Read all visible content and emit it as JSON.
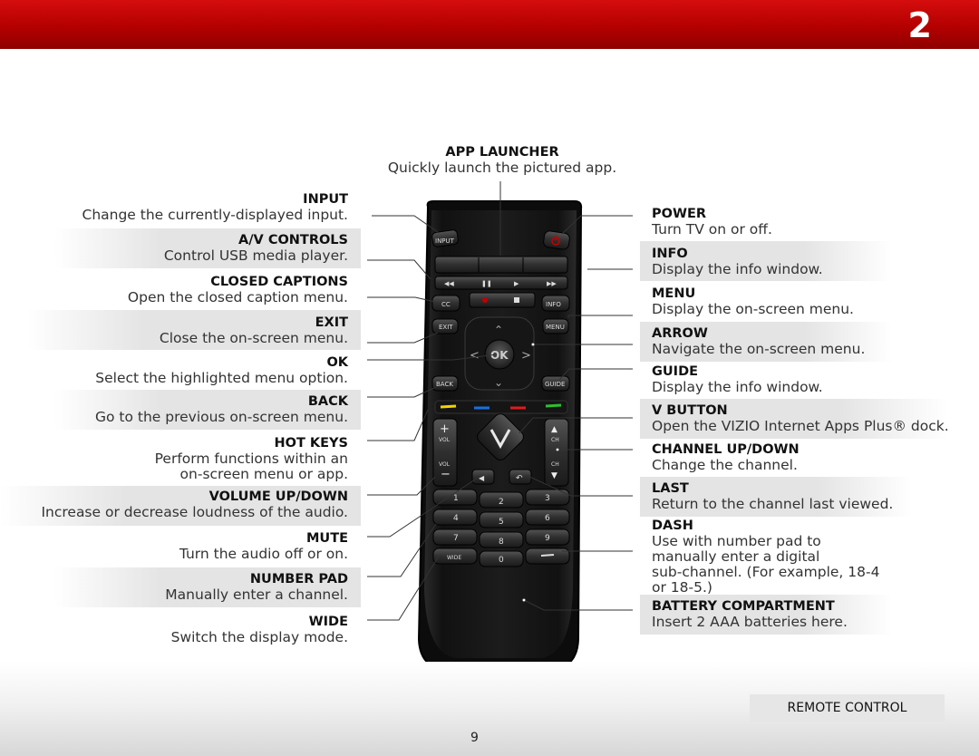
{
  "header": {
    "chapter_number": "2"
  },
  "footer": {
    "section_label": "REMOTE CONTROL",
    "page_number": "9"
  },
  "top_callout": {
    "title": "APP LAUNCHER",
    "desc": "Quickly launch the pictured app."
  },
  "left_callouts": [
    {
      "title": "INPUT",
      "desc": "Change the currently-displayed input."
    },
    {
      "title": "A/V CONTROLS",
      "desc": "Control USB media player."
    },
    {
      "title": "CLOSED CAPTIONS",
      "desc": "Open the closed caption menu."
    },
    {
      "title": "EXIT",
      "desc": "Close the on-screen menu."
    },
    {
      "title": "OK",
      "desc": "Select the highlighted menu option."
    },
    {
      "title": "BACK",
      "desc": "Go to the previous on-screen menu."
    },
    {
      "title": "HOT KEYS",
      "desc": "Perform functions within an",
      "desc2": "on-screen menu or app."
    },
    {
      "title": "VOLUME UP/DOWN",
      "desc": "Increase or decrease loudness of the audio."
    },
    {
      "title": "MUTE",
      "desc": "Turn the audio off or on."
    },
    {
      "title": "NUMBER PAD",
      "desc": "Manually enter a channel."
    },
    {
      "title": "WIDE",
      "desc": "Switch the display mode."
    }
  ],
  "right_callouts": [
    {
      "title": "POWER",
      "desc": "Turn TV on or off."
    },
    {
      "title": "INFO",
      "desc": "Display the info window."
    },
    {
      "title": "MENU",
      "desc": "Display the on-screen menu."
    },
    {
      "title": "ARROW",
      "desc": "Navigate the on-screen menu."
    },
    {
      "title": "GUIDE",
      "desc": "Display the info window."
    },
    {
      "title": "V BUTTON",
      "desc": "Open the VIZIO Internet Apps Plus® dock."
    },
    {
      "title": "CHANNEL UP/DOWN",
      "desc": "Change the channel."
    },
    {
      "title": "LAST",
      "desc": "Return to the channel last viewed."
    },
    {
      "title": "DASH",
      "desc": "Use with number pad to",
      "desc2": "manually enter a digital",
      "desc3": "sub-channel. (For example, 18-4",
      "desc4": "or 18-5.)"
    },
    {
      "title": "BATTERY COMPARTMENT",
      "desc": "Insert 2 AAA batteries here."
    }
  ],
  "remote": {
    "input_label": "INPUT",
    "cc_label": "CC",
    "info_label": "INFO",
    "exit_label": "EXIT",
    "menu_label": "MENU",
    "ok_label": "OK",
    "back_label": "BACK",
    "guide_label": "GUIDE",
    "vol_label": "VOL",
    "ch_label": "CH",
    "wide_label": "WIDE",
    "digits": [
      "1",
      "2",
      "3",
      "4",
      "5",
      "6",
      "7",
      "8",
      "9",
      "0"
    ],
    "hotkey_colors": [
      "#f2d400",
      "#1a6fe0",
      "#e01b1b",
      "#2fbf2f"
    ],
    "accent_red": "#c20000"
  }
}
